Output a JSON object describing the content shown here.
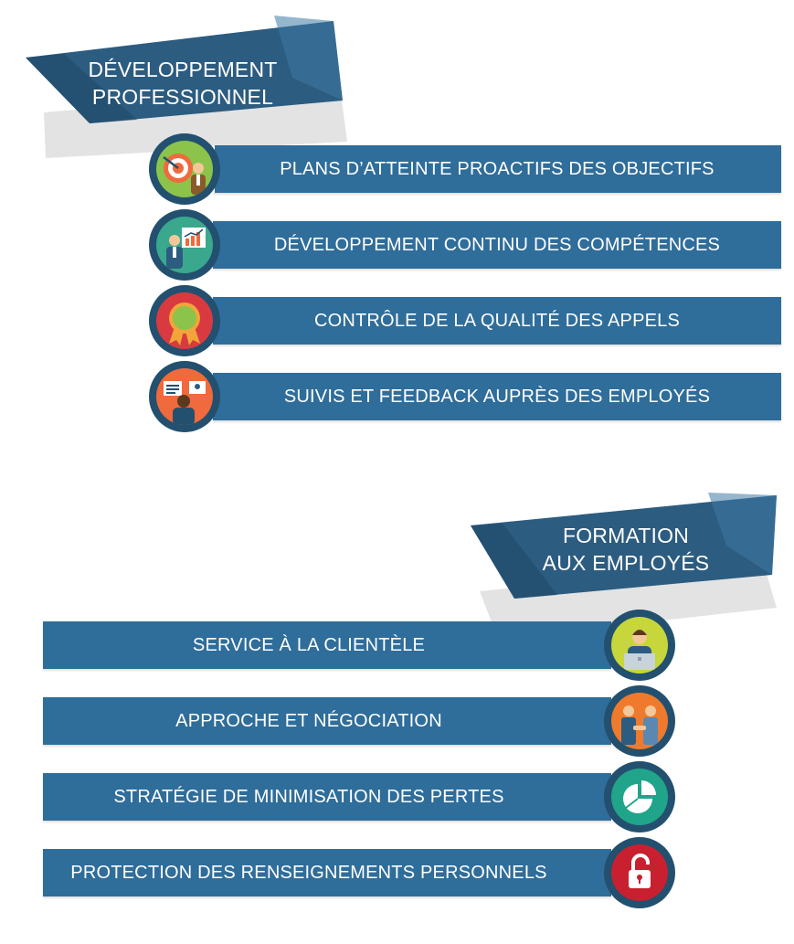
{
  "section_1": {
    "title_line1": "DÉVELOPPEMENT",
    "title_line2": "PROFESSIONNEL",
    "items": [
      {
        "label": "PLANS D’ATTEINTE PROACTIFS DES OBJECTIFS",
        "icon": "target-icon",
        "color": "#8cc34a"
      },
      {
        "label": "DÉVELOPPEMENT CONTINU DES COMPÉTENCES",
        "icon": "growth-chart-icon",
        "color": "#3aa88c"
      },
      {
        "label": "CONTRÔLE DE LA QUALITÉ DES APPELS",
        "icon": "award-badge-icon",
        "color": "#d93a3f"
      },
      {
        "label": "SUIVIS ET FEEDBACK AUPRÈS DES EMPLOYÉS",
        "icon": "presentation-icon",
        "color": "#ef6a3c"
      }
    ]
  },
  "section_2": {
    "title_line1": "FORMATION",
    "title_line2": "AUX EMPLOYÉS",
    "items": [
      {
        "label": "SERVICE À LA CLIENTÈLE",
        "icon": "customer-service-icon",
        "color": "#c6d63b"
      },
      {
        "label": "APPROCHE ET NÉGOCIATION",
        "icon": "handshake-icon",
        "color": "#ef7a2c"
      },
      {
        "label": "STRATÉGIE DE MINIMISATION DES PERTES",
        "icon": "pie-chart-icon",
        "color": "#20a58a"
      },
      {
        "label": "PROTECTION DES RENSEIGNEMENTS PERSONNELS",
        "icon": "lock-icon",
        "color": "#c8202f"
      }
    ]
  },
  "colors": {
    "bar": "#2f6d9a",
    "banner": "#2c5c80",
    "ring": "#23506f"
  }
}
